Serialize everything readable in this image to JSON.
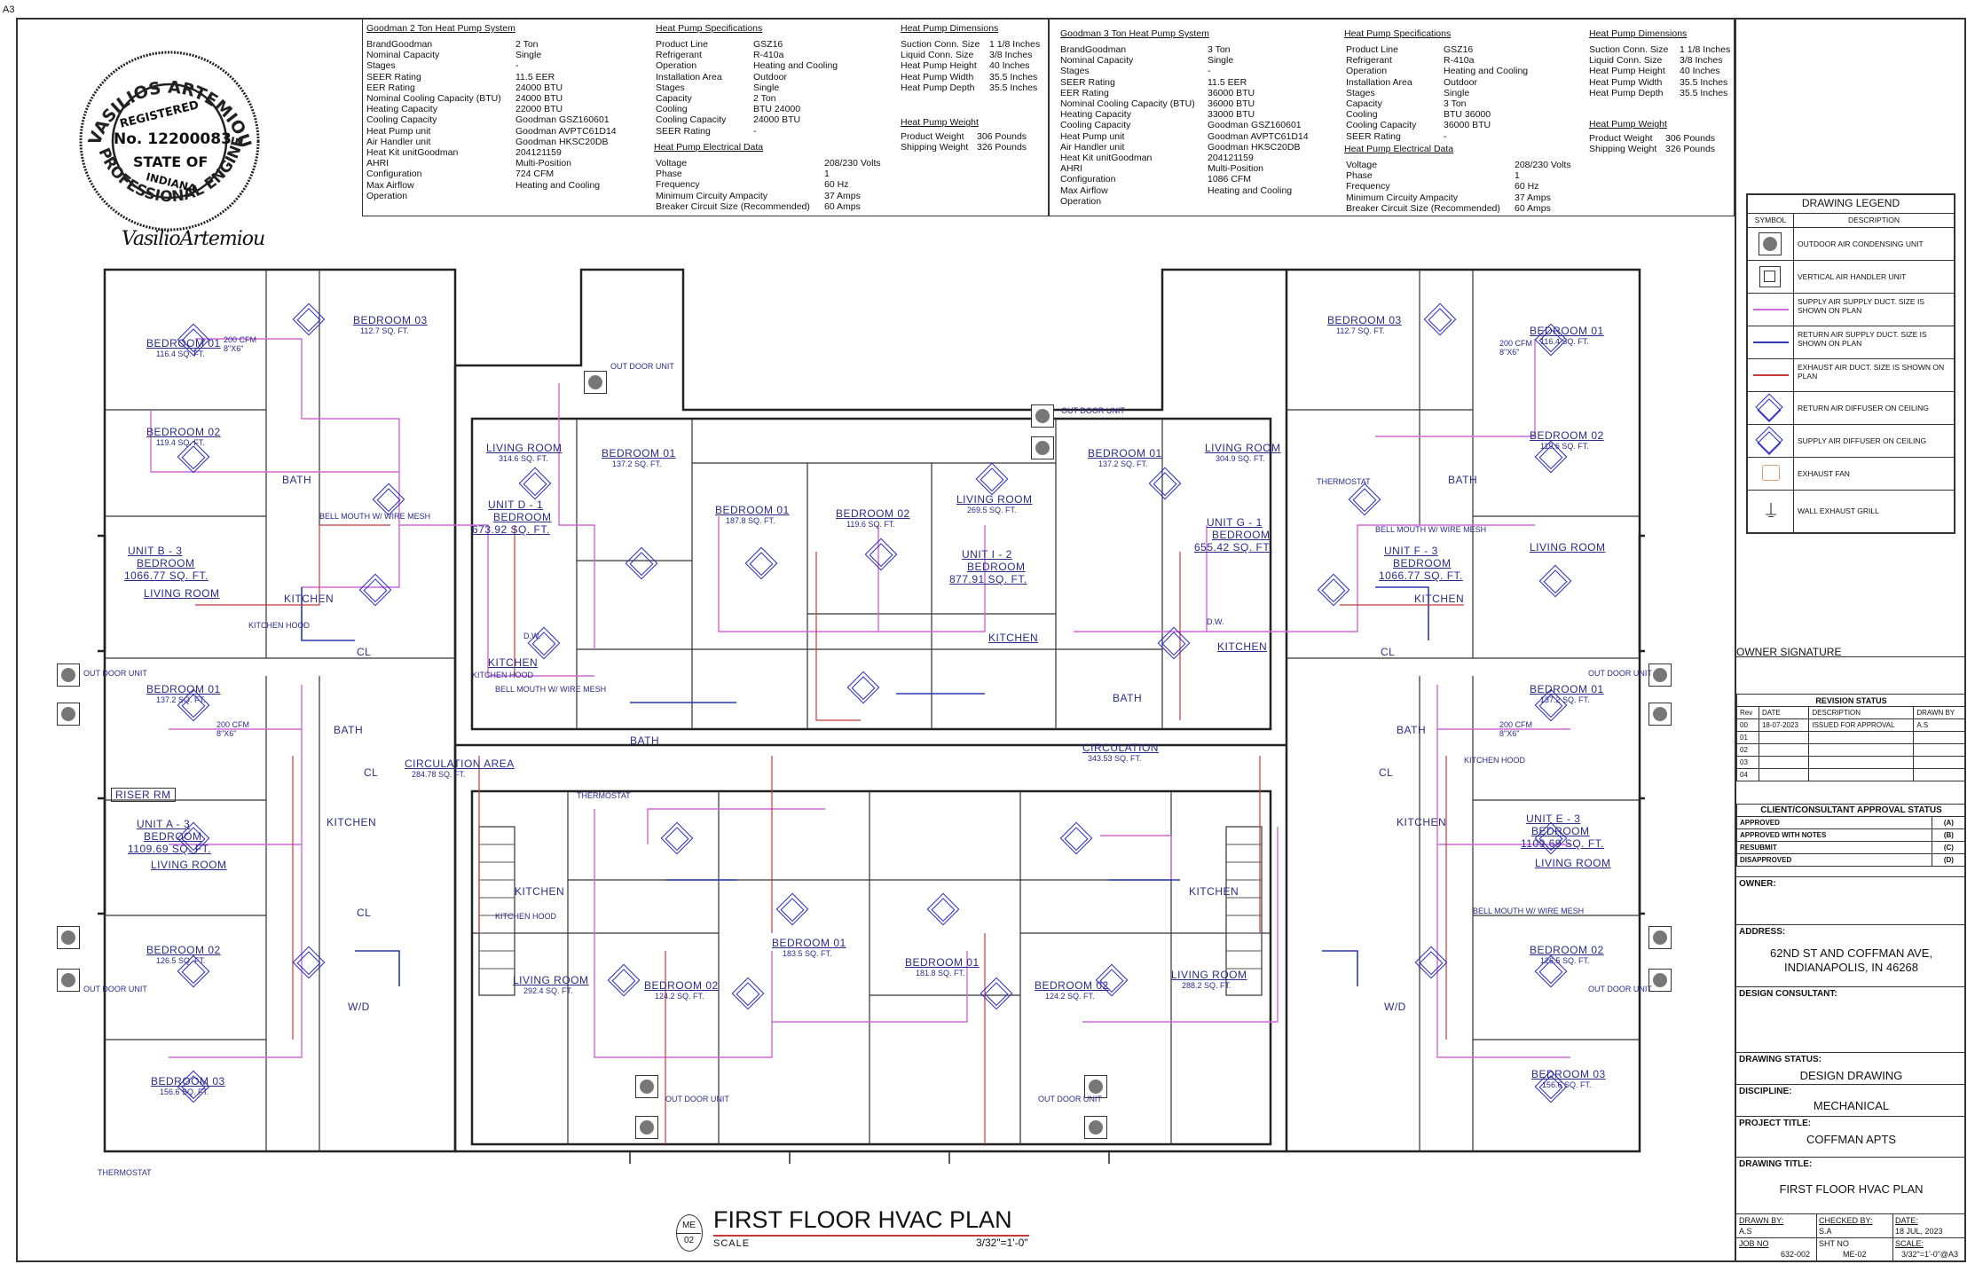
{
  "sheet_size_label": "A3",
  "stamp": {
    "name": "VASILIOS ARTEMIOU",
    "registered": "REGISTERED",
    "number": "No. 12200083",
    "state_of": "STATE OF",
    "state": "INDIANA",
    "title": "PROFESSIONAL ENGINEER",
    "signature": "VasilioArtemiou"
  },
  "spec2ton": {
    "system_title": "Goodman 2 Ton Heat Pump System",
    "system_labels": [
      "BrandGoodman",
      "Nominal Capacity",
      "Stages",
      "SEER Rating",
      "EER Rating",
      "Nominal Cooling Capacity (BTU)",
      "Heating Capacity",
      "Cooling Capacity",
      "Heat Pump unit",
      "Air Handler unit",
      "Heat Kit unitGoodman",
      "AHRI",
      "Configuration",
      "Max Airflow",
      "Operation"
    ],
    "system_values": [
      "2 Ton",
      "Single",
      "-",
      "11.5 EER",
      "24000 BTU",
      "24000 BTU",
      "22000 BTU",
      "Goodman GSZ160601",
      "Goodman AVPTC61D14",
      "Goodman HKSC20DB",
      "204121159",
      "Multi-Position",
      "724 CFM",
      "Heating and Cooling",
      ""
    ],
    "specs_title": "Heat Pump Specifications",
    "specs_labels": [
      "Product Line",
      "Refrigerant",
      "Operation",
      "Installation Area",
      "Stages",
      "Capacity",
      "Cooling",
      "Cooling Capacity",
      "SEER Rating"
    ],
    "specs_values": [
      "GSZ16",
      "R-410a",
      "Heating and Cooling",
      "Outdoor",
      "Single",
      "2 Ton",
      "BTU    24000",
      "24000 BTU",
      "-"
    ],
    "elec_title": "Heat Pump Electrical Data",
    "elec_labels": [
      "Voltage",
      "Phase",
      "Frequency",
      "Minimum Circuity Ampacity",
      "Breaker Circuit Size (Recommended)"
    ],
    "elec_values": [
      "208/230 Volts",
      "1",
      "60 Hz",
      "37 Amps",
      "60 Amps"
    ],
    "dim_title": "Heat Pump Dimensions",
    "dim_labels": [
      "Suction Conn. Size",
      "Liquid Conn. Size",
      "Heat Pump Height",
      "Heat Pump Width",
      "Heat Pump Depth"
    ],
    "dim_values": [
      "1 1/8 Inches",
      "3/8 Inches",
      "40 Inches",
      "35.5 Inches",
      "35.5 Inches"
    ],
    "wt_title": "Heat Pump Weight",
    "wt_labels": [
      "Product Weight",
      "Shipping Weight"
    ],
    "wt_values": [
      "306 Pounds",
      "326 Pounds"
    ]
  },
  "spec3ton": {
    "system_title": "Goodman 3 Ton Heat Pump System",
    "system_labels": [
      "BrandGoodman",
      "Nominal Capacity",
      "Stages",
      "SEER Rating",
      "EER Rating",
      "Nominal Cooling Capacity (BTU)",
      "Heating Capacity",
      "Cooling Capacity",
      "Heat Pump unit",
      "Air Handler unit",
      "Heat Kit unitGoodman",
      "AHRI",
      "Configuration",
      "Max Airflow",
      "Operation"
    ],
    "system_values": [
      "3 Ton",
      "Single",
      "-",
      "11.5 EER",
      "36000 BTU",
      "36000 BTU",
      "33000 BTU",
      "Goodman GSZ160601",
      "Goodman AVPTC61D14",
      "Goodman HKSC20DB",
      "204121159",
      "Multi-Position",
      "1086 CFM",
      "Heating and Cooling",
      ""
    ],
    "specs_title": "Heat Pump Specifications",
    "specs_labels": [
      "Product Line",
      "Refrigerant",
      "Operation",
      "Installation Area",
      "Stages",
      "Capacity",
      "Cooling",
      "Cooling Capacity",
      "SEER Rating"
    ],
    "specs_values": [
      "GSZ16",
      "R-410a",
      "Heating and Cooling",
      "Outdoor",
      "Single",
      "3 Ton",
      "BTU    36000",
      "36000 BTU",
      "-"
    ],
    "elec_title": "Heat Pump Electrical Data",
    "elec_labels": [
      "Voltage",
      "Phase",
      "Frequency",
      "Minimum Circuity Ampacity",
      "Breaker Circuit Size (Recommended)"
    ],
    "elec_values": [
      "208/230 Volts",
      "1",
      "60 Hz",
      "37 Amps",
      "60 Amps"
    ],
    "dim_title": "Heat Pump Dimensions",
    "dim_labels": [
      "Suction Conn. Size",
      "Liquid Conn. Size",
      "Heat Pump Height",
      "Heat Pump Width",
      "Heat Pump Depth"
    ],
    "dim_values": [
      "1 1/8 Inches",
      "3/8 Inches",
      "40 Inches",
      "35.5 Inches",
      "35.5 Inches"
    ],
    "wt_title": "Heat Pump Weight",
    "wt_labels": [
      "Product Weight",
      "Shipping Weight"
    ],
    "wt_values": [
      "306 Pounds",
      "326 Pounds"
    ]
  },
  "legend": {
    "title": "DRAWING  LEGEND",
    "col_symbol": "SYMBOL",
    "col_desc": "DESCRIPTION",
    "items": [
      "OUTDOOR AIR CONDENSING UNIT",
      "VERTICAL AIR HANDLER UNIT",
      "SUPPLY AIR SUPPLY  DUCT. SIZE IS SHOWN ON PLAN",
      "RETURN AIR SUPPLY  DUCT. SIZE IS SHOWN ON PLAN",
      "EXHAUST AIR DUCT. SIZE IS SHOWN ON PLAN",
      "RETURN  AIR DIFFUSER ON CEILING",
      "SUPPLY  AIR DIFFUSER ON CEILING",
      "EXHAUST FAN",
      "WALL EXHAUST  GRILL"
    ],
    "colors": {
      "supply": "#d16ad8",
      "return": "#2a3ab8",
      "exhaust": "#c83a3a"
    }
  },
  "titleblock": {
    "owner_signature": "OWNER SIGNATURE",
    "revision_title": "REVISION STATUS",
    "rev_headers": [
      "Rev",
      "DATE",
      "DESCRIPTION",
      "DRAWN BY"
    ],
    "rev_rows": [
      [
        "00",
        "18-07-2023",
        "ISSUED FOR APPROVAL",
        "A.S"
      ],
      [
        "01",
        "",
        "",
        ""
      ],
      [
        "02",
        "",
        "",
        ""
      ],
      [
        "03",
        "",
        "",
        ""
      ],
      [
        "04",
        "",
        "",
        ""
      ]
    ],
    "approval_title": "CLIENT/CONSULTANT APPROVAL STATUS",
    "approval_rows": [
      [
        "APPROVED",
        "(A)"
      ],
      [
        "APPROVED WITH NOTES",
        "(B)"
      ],
      [
        "RESUBMIT",
        "(C)"
      ],
      [
        "DISAPPROVED",
        "(D)"
      ]
    ],
    "owner_label": "OWNER:",
    "address_label": "ADDRESS:",
    "address_line1": "62ND ST AND COFFMAN AVE,",
    "address_line2": "INDIANAPOLIS, IN 46268",
    "design_consultant_label": "DESIGN CONSULTANT:",
    "drawing_status_label": "DRAWING STATUS:",
    "drawing_status": "DESIGN DRAWING",
    "discipline_label": "DISCIPLINE:",
    "discipline": "MECHANICAL",
    "project_title_label": "PROJECT TITLE:",
    "project_title": "COFFMAN APTS",
    "drawing_title_label": "DRAWING TITLE:",
    "drawing_title": "FIRST FLOOR HVAC PLAN",
    "drawn_by_label": "DRAWN BY:",
    "drawn_by": "A.S",
    "checked_by_label": "CHECKED BY:",
    "checked_by": "S.A",
    "date_label": "DATE:",
    "date": "18 JUL, 2023",
    "job_no_label": "JOB NO",
    "job_no": "632-002",
    "sht_no_label": "SHT NO",
    "sht_no": "ME-02",
    "scale_label": "SCALE:",
    "scale": "3/32\"=1'-0\"@A3"
  },
  "plan_title": {
    "ref_top": "ME",
    "ref_bottom": "02",
    "title": "FIRST FLOOR HVAC PLAN",
    "scale_word": "SCALE",
    "scale": "3/32\"=1'-0\""
  },
  "rooms": [
    {
      "name": "BEDROOM 01",
      "area": "116.4 SQ. FT."
    },
    {
      "name": "BEDROOM 03",
      "area": "112.7 SQ. FT."
    },
    {
      "name": "BEDROOM 02",
      "area": "119.4 SQ. FT."
    },
    {
      "name": "UNIT B - 3",
      "area": "BEDROOM"
    },
    {
      "name": "1066.77 SQ. FT.",
      "area": "LIVING ROOM"
    },
    {
      "name": "LIVING ROOM",
      "area": "314.6 SQ. FT."
    },
    {
      "name": "UNIT D - 1",
      "area": "BEDROOM"
    },
    {
      "name": "673.92 SQ. FT.",
      "area": "KITCHEN"
    },
    {
      "name": "BEDROOM 01",
      "area": "137.2 SQ. FT."
    },
    {
      "name": "BEDROOM 01",
      "area": "187.8 SQ. FT."
    },
    {
      "name": "BEDROOM 02",
      "area": "119.6 SQ. FT."
    },
    {
      "name": "LIVING ROOM",
      "area": "269.5 SQ. FT."
    },
    {
      "name": "UNIT I - 2",
      "area": "BEDROOM"
    },
    {
      "name": "877.91 SQ. FT.",
      "area": "KITCHEN"
    },
    {
      "name": "BEDROOM 01",
      "area": "137.2 SQ. FT."
    },
    {
      "name": "LIVING ROOM",
      "area": "304.9 SQ. FT."
    },
    {
      "name": "UNIT G - 1",
      "area": "BEDROOM"
    },
    {
      "name": "655.42 SQ. FT.",
      "area": "KITCHEN"
    },
    {
      "name": "BEDROOM 03",
      "area": "112.7 SQ. FT."
    },
    {
      "name": "BEDROOM 01",
      "area": "116.4 SQ. FT."
    },
    {
      "name": "BEDROOM 02",
      "area": "119.6 SQ. FT."
    },
    {
      "name": "UNIT F - 3",
      "area": "BEDROOM"
    },
    {
      "name": "1066.77 SQ. FT.",
      "area": "LIVING ROOM"
    },
    {
      "name": "BEDROOM 01",
      "area": "137.2 SQ. FT."
    },
    {
      "name": "CIRCULATION AREA",
      "area": "284.78 SQ. FT."
    },
    {
      "name": "CIRCULATION",
      "area": "343.53 SQ. FT."
    },
    {
      "name": "UNIT A - 3",
      "area": "BEDROOM"
    },
    {
      "name": "1109.69 SQ. FT.",
      "area": "LIVING ROOM"
    },
    {
      "name": "BEDROOM 02",
      "area": "126.5 SQ. FT."
    },
    {
      "name": "BEDROOM 03",
      "area": "156.6 SQ. FT."
    },
    {
      "name": "LIVING ROOM",
      "area": "292.4 SQ. FT."
    },
    {
      "name": "BEDROOM 02",
      "area": "124.2 SQ. FT."
    },
    {
      "name": "BEDROOM 01",
      "area": "183.5 SQ. FT."
    },
    {
      "name": "BEDROOM 01",
      "area": "181.8 SQ. FT."
    },
    {
      "name": "BEDROOM 02",
      "area": "124.2 SQ. FT."
    },
    {
      "name": "LIVING ROOM",
      "area": "288.2 SQ. FT."
    },
    {
      "name": "UNIT E - 3",
      "area": "BEDROOM"
    },
    {
      "name": "1109.69 SQ. FT.",
      "area": "LIVING ROOM"
    },
    {
      "name": "BEDROOM 02",
      "area": "126.5 SQ. FT."
    },
    {
      "name": "BEDROOM 03",
      "area": "156.6 SQ. FT."
    }
  ],
  "misc_labels": [
    "RISER RM",
    "KITCHEN",
    "BATH",
    "KITCHEN HOOD",
    "BELL MOUTH W/ WIRE MESH",
    "THERMOSTAT",
    "OUT DOOR UNIT",
    "200 CFM",
    "8\"X6\"",
    "CL",
    "W/D",
    "D.W."
  ]
}
